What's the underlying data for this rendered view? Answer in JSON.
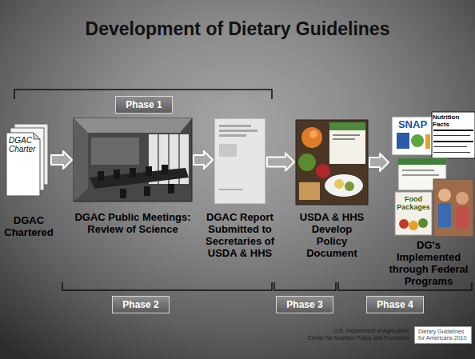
{
  "diagram": {
    "title": "Development of Dietary Guidelines",
    "nodes": [
      {
        "text": [
          "Phase 1"
        ]
      },
      {
        "text": [
          "DGAC Charter",
          "DGAC Chartered"
        ]
      },
      {
        "text": [
          "DGAC Public Meetings: Review of Science"
        ]
      },
      {
        "text": [
          "DGAC Report Submitted to Secretaries of USDA & HHS"
        ]
      },
      {
        "text": [
          "USDA & HHS Develop Policy Document"
        ]
      },
      {
        "text": [
          "DG's Implemented through Federal Programs"
        ]
      },
      {
        "text": [
          "Phase 2"
        ]
      },
      {
        "text": [
          "Phase 3"
        ]
      },
      {
        "text": [
          "Phase 4"
        ]
      },
      {
        "text": [
          "Dietary Guidelines for Americans 2010"
        ]
      }
    ],
    "edges": [
      {
        "from": 1,
        "to": 2,
        "arrow": "to"
      },
      {
        "from": 2,
        "to": 3,
        "arrow": "to"
      },
      {
        "from": 3,
        "to": 4,
        "arrow": "to"
      },
      {
        "from": 4,
        "to": 5,
        "arrow": "to"
      }
    ],
    "labels": [
      "SNAP",
      "Nutrition Facts",
      "Food Packages",
      "U.S. Department of Agriculture",
      "Center for Nutrition Policy and Promotion"
    ]
  }
}
